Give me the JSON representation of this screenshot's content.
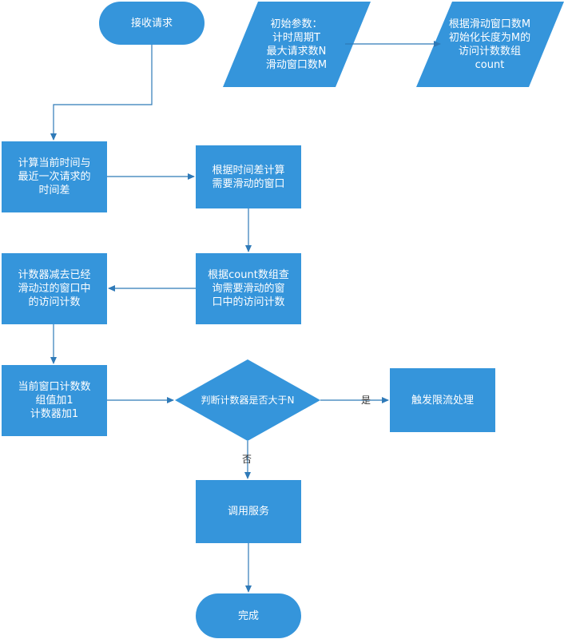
{
  "colors": {
    "fill": "#3595DB",
    "line": "#2F7AB8",
    "text": "#FFFFFF",
    "label": "#333333"
  },
  "nodes": {
    "start": "接收请求",
    "init_params": "初始参数：\n计时周期T\n最大请求数N\n滑动窗口数M",
    "init_array": "根据滑动窗口数M\n初始化长度为M的\n访问计数数组\ncount",
    "calc_time_diff": "计算当前时间与\n最近一次请求的\n时间差",
    "calc_windows": "根据时间差计算\n需要滑动的窗口",
    "query_count": "根据count数组查\n询需要滑动的窗\n口中的访问计数",
    "subtract_count": "计数器减去已经\n滑动过的窗口中\n的访问计数",
    "increment": "当前窗口计数数\n组值加1\n计数器加1",
    "decision": "判断计数器是否大于N",
    "rate_limit": "触发限流处理",
    "call_service": "调用服务",
    "end": "完成"
  },
  "edge_labels": {
    "yes": "是",
    "no": "否"
  }
}
